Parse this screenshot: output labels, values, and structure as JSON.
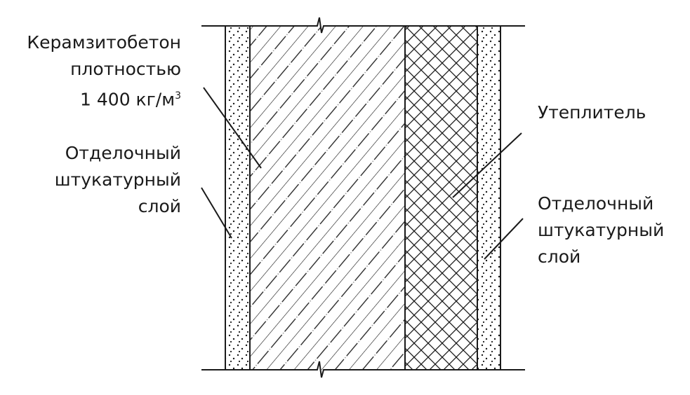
{
  "labels": {
    "concrete": {
      "line1": "Керамзитобетон",
      "line2": "плотностью",
      "line3": "1 400 кг/м",
      "sup": "3"
    },
    "plaster_left": {
      "line1": "Отделочный",
      "line2": "штукатурный",
      "line3": "слой"
    },
    "insulation": {
      "line1": "Утеплитель"
    },
    "plaster_right": {
      "line1": "Отделочный",
      "line2": "штукатурный",
      "line3": "слой"
    }
  },
  "colors": {
    "ink": "#1a1a1a",
    "background": "#ffffff"
  }
}
